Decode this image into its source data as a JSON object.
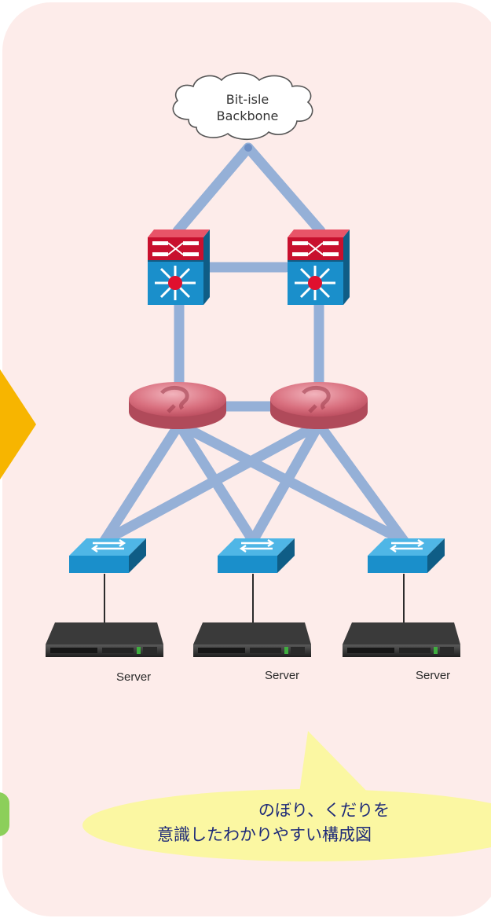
{
  "cloud": {
    "label_line1": "Bit-isle",
    "label_line2": "Backbone",
    "icon": "cloud-icon"
  },
  "devices": {
    "core": [
      {
        "name": "core-switch-left",
        "icon": "layer3-switch-firewall-icon"
      },
      {
        "name": "core-switch-right",
        "icon": "layer3-switch-firewall-icon"
      }
    ],
    "routers": [
      {
        "name": "router-left",
        "icon": "router-icon"
      },
      {
        "name": "router-right",
        "icon": "router-icon"
      }
    ],
    "access_switches": [
      {
        "name": "access-switch-1",
        "icon": "workgroup-switch-icon"
      },
      {
        "name": "access-switch-2",
        "icon": "workgroup-switch-icon"
      },
      {
        "name": "access-switch-3",
        "icon": "workgroup-switch-icon"
      }
    ],
    "servers": [
      {
        "label": "Server",
        "icon": "rack-server-icon"
      },
      {
        "label": "Server",
        "icon": "rack-server-icon"
      },
      {
        "label": "Server",
        "icon": "rack-server-icon"
      }
    ]
  },
  "callout": {
    "line1": "のぼり、くだりを",
    "line2": "意識したわかりやすい構成図"
  },
  "colors": {
    "panel": "#fdecea",
    "link": "#8aaad6",
    "core_red": "#c8102e",
    "switch_blue": "#1a8fcb",
    "router_pink": "#d46a78",
    "callout": "#fbf7a2",
    "arrow": "#f7b500",
    "text_blue": "#1e2a78"
  }
}
